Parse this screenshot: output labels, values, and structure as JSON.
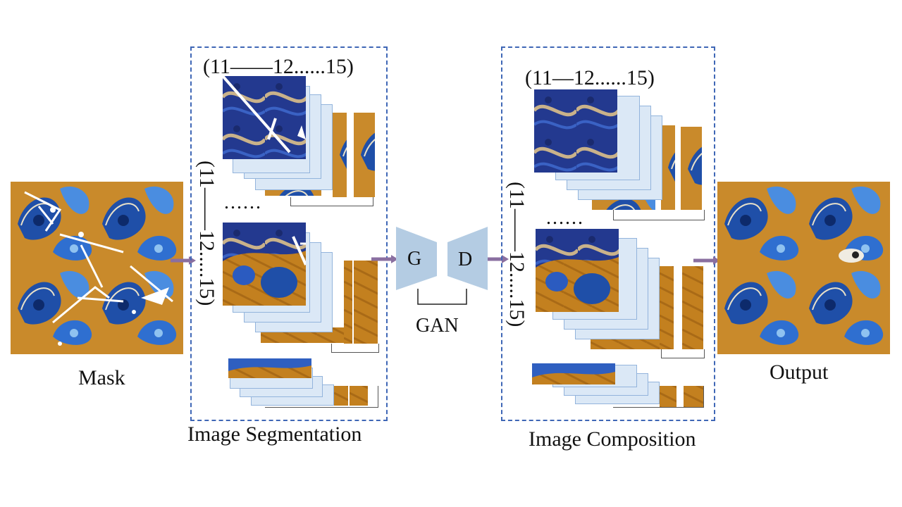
{
  "labels": {
    "mask": "Mask",
    "output": "Output",
    "segmentation": "Image Segmentation",
    "composition": "Image Composition",
    "gan": "GAN",
    "g": "G",
    "d": "D",
    "seg_range_top": "(11——12......15)",
    "seg_range_side": "(11——12.....15)",
    "comp_range_top": "(11—12......15)",
    "comp_range_side": "(11——12.....15)",
    "ellipsis": "......"
  },
  "colors": {
    "dashed_box": "#3f67b6",
    "gan_block": "#b4cce3",
    "arrow": "#8a6fa0",
    "card_fill": "#dbe8f6",
    "card_border": "#93b4dc",
    "gold": "#c98a2b",
    "blue": "#1f4fa8"
  }
}
